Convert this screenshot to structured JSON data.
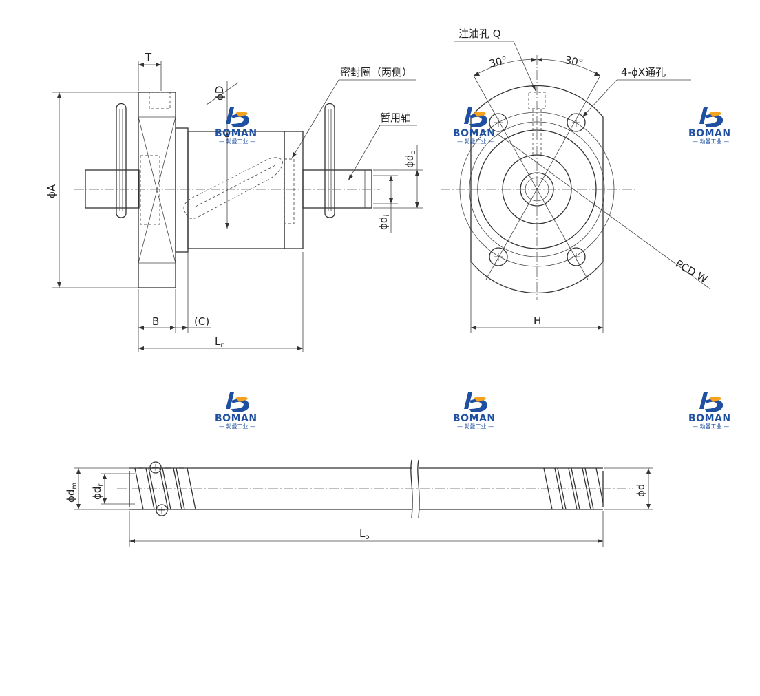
{
  "labels": {
    "T": "T",
    "phiD": "ϕD",
    "phiA": "ϕA",
    "seal": "密封圈（两侧）",
    "temp_shaft": "暂用轴",
    "phi_do": "ϕd",
    "phi_do_sub": "o",
    "phi_di": "ϕd",
    "phi_di_sub": "i",
    "B": "B",
    "C": "(C)",
    "Ln": "L",
    "Ln_sub": "n",
    "oil_hole": "注油孔 Q",
    "angle_left": "30°",
    "angle_right": "30°",
    "through_hole": "4-ϕX通孔",
    "pcd": "PCD W",
    "H": "H",
    "phi_dm": "ϕd",
    "phi_dm_sub": "m",
    "phi_dr": "ϕd",
    "phi_dr_sub": "r",
    "phi_d": "ϕd",
    "Lo": "L",
    "Lo_sub": "o"
  },
  "watermark": {
    "brand": "BOMAN",
    "tagline": "— 勃曼工业 —",
    "color": "#1f4fa0",
    "accent": "#f5a21e"
  }
}
